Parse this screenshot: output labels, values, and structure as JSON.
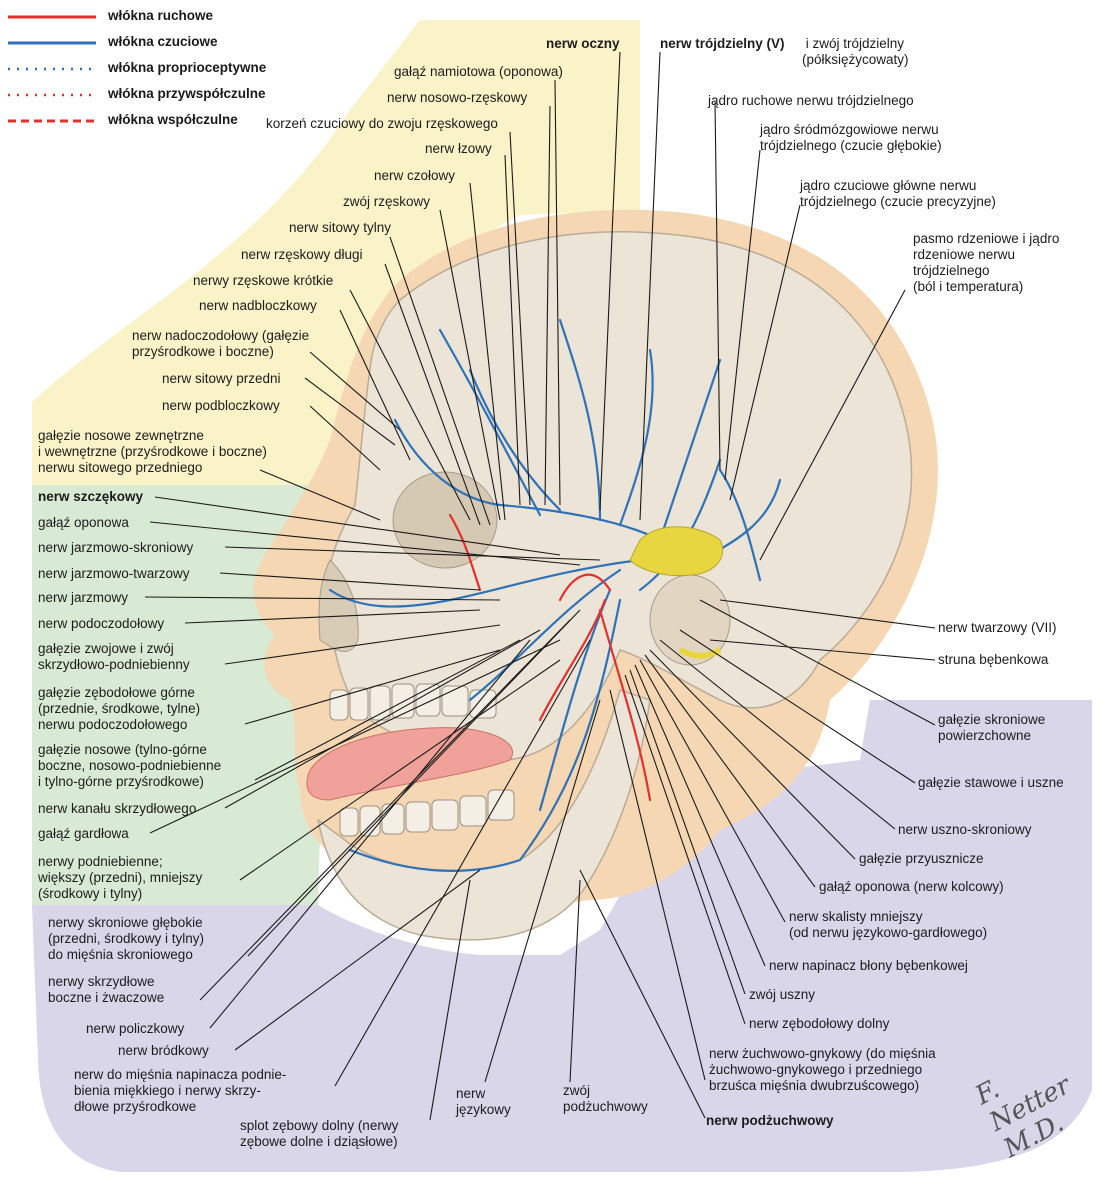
{
  "legend": [
    {
      "label": "włókna ruchowe",
      "color": "#e0322e",
      "style": "solid"
    },
    {
      "label": "włókna czuciowe",
      "color": "#2f72b8",
      "style": "solid"
    },
    {
      "label": "włókna proprioceptywne",
      "color": "#2f72b8",
      "style": "dotted"
    },
    {
      "label": "włókna przywspółczulne",
      "color": "#e0322e",
      "style": "dotted"
    },
    {
      "label": "włókna współczulne",
      "color": "#e0322e",
      "style": "dashed"
    }
  ],
  "colors": {
    "yellow_region": "#fbf3c8",
    "green_region": "#d8ead3",
    "purple_region": "#d9d6ea",
    "skin": "#f6d7b4",
    "bone": "#ece4d6",
    "sensory": "#2f72b8",
    "motor": "#e0322e",
    "nerve_yellow": "#e8d640"
  },
  "labels": {
    "nerw_oczny": "nerw oczny",
    "nerw_trojdzielny": "nerw trójdzielny (V)",
    "zwoj_trojdzielny": " i zwój trójdzielny\n(półksiężycowaty)",
    "galaz_namiotowa": "gałąź namiotowa (oponowa)",
    "nosowo_rzeskowy": "nerw nosowo-rzęskowy",
    "korzen_czuciowy": "korzeń czuciowy do zwoju rzęskowego",
    "nerw_lzowy": "nerw łzowy",
    "nerw_czolowy": "nerw czołowy",
    "zwoj_rzeskowy": "zwój rzęskowy",
    "sitowy_tylny": "nerw sitowy tylny",
    "rzeskowy_dlugi": "nerw rzęskowy długi",
    "rzeskowe_krotkie": "nerwy rzęskowe krótkie",
    "nadbloczkowy": "nerw nadbloczkowy",
    "nadoczodolowy": "nerw nadoczodołowy (gałęzie\nprzyśrodkowe i boczne)",
    "sitowy_przedni": "nerw sitowy przedni",
    "podbloczkowy": "nerw podbloczkowy",
    "galezie_nosowe_zewn": "gałęzie nosowe zewnętrzne\ni wewnętrzne (przyśrodkowe i boczne)\nnerwu sitowego przedniego",
    "jadro_ruchowe": "jądro ruchowe nerwu trójdzielnego",
    "jadro_srodmozgowiowe": "jądro śródmózgowiowe nerwu\ntrójdzielnego (czucie głębokie)",
    "jadro_czuciowe": "jądro czuciowe główne nerwu\ntrójdzielnego (czucie precyzyjne)",
    "pasmo_rdzeniowe": "pasmo rdzeniowe i jądro\nrdzeniowe nerwu\ntrójdzielnego\n(ból i temperatura)",
    "nerw_szczekowy": "nerw szczękowy",
    "galaz_oponowa": "gałąź oponowa",
    "jarzmowo_skroniowy": "nerw jarzmowo-skroniowy",
    "jarzmowo_twarzowy": "nerw jarzmowo-twarzowy",
    "nerw_jarzmowy": "nerw jarzmowy",
    "podoczodolowy": "nerw podoczodołowy",
    "galezie_zwojowe": "gałęzie zwojowe i zwój\nskrzydłowo-podniebienny",
    "zebodolowe_gorne": "gałęzie zębodołowe górne\n(przednie, środkowe, tylne)\nnerwu podoczodołowego",
    "galezie_nosowe_tylne": "gałęzie nosowe (tylno-górne\nboczne, nosowo-podniebienne\ni tylno-górne przyśrodkowe)",
    "kanalu_skrzydlowego": "nerw kanału skrzydłowego",
    "galaz_gardlowa": "gałąź gardłowa",
    "podniebienne": "nerwy podniebienne;\nwiększy (przedni), mniejszy\n(środkowy i tylny)",
    "nerw_twarzowy": "nerw twarzowy (VII)",
    "struna_bebenkowa": "struna bębenkowa",
    "skroniowe_powierzchowne": "gałęzie skroniowe\npowierzchowne",
    "stawowe_uszne": "gałęzie stawowe i uszne",
    "uszno_skroniowy": "nerw uszno-skroniowy",
    "przyusznicze": "gałęzie przyusznicze",
    "oponowa_kolcowy": "gałąź oponowa (nerw kolcowy)",
    "skalisty_mniejszy": "nerw skalisty mniejszy\n(od nerwu językowo-gardłowego)",
    "napinacz_bebenkowej": "nerw napinacz błony bębenkowej",
    "zwoj_uszny": "zwój uszny",
    "zebodolowy_dolny": "nerw zębodołowy dolny",
    "zuchwowo_gnykowy": "nerw żuchwowo-gnykowy (do mięśnia\nżuchwowo-gnykowego i przedniego\nbrzuśca mięśnia dwubrzuścowego)",
    "skroniowe_glebokie": "nerwy skroniowe głębokie\n(przedni, środkowy i tylny)\ndo mięśnia skroniowego",
    "skrzydlowe_boczne": "nerwy skrzydłowe\nboczne i żwaczowe",
    "policzkowy": "nerw policzkowy",
    "brodkowy": "nerw bródkowy",
    "napinacza_podniebienia": "nerw do mięśnia napinacza podnie-\nbienia miękkiego i nerwy skrzy-\ndłowe przyśrodkowe",
    "splot_zebowy": "splot zębowy dolny (nerwy\nzębowe dolne i dziąsłowe)",
    "nerw_jezykowy": "nerw\njęzykowy",
    "zwoj_podzuchwowy": "zwój\npodżuchwowy",
    "nerw_podzuchwowy": "nerw podżuchwowy"
  },
  "signature": "F. Netter M.D."
}
